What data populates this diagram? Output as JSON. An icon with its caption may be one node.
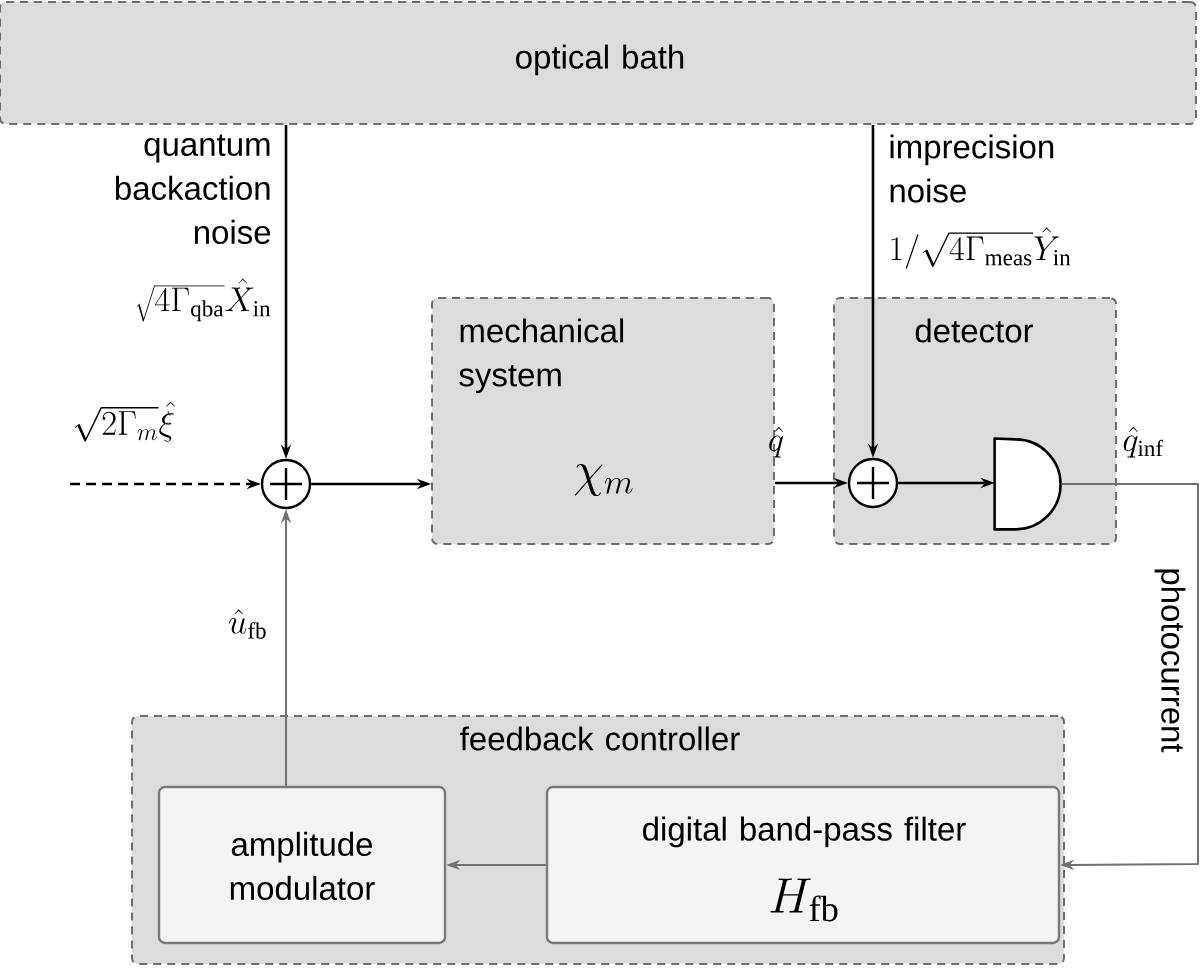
{
  "diagram": {
    "nodes": [
      {
        "text": [
          "optical bath"
        ]
      },
      {
        "text": [],
        "shape": "circle"
      },
      {
        "text": [
          "mechanical system",
          "\\chi_m"
        ]
      },
      {
        "text": [
          "detector"
        ]
      },
      {
        "text": [],
        "shape": "circle",
        "in": 3
      },
      {
        "text": [],
        "shape": "semicircle",
        "in": 3
      },
      {
        "text": [
          "feedback controller"
        ]
      },
      {
        "text": [
          "amplitude modulator"
        ],
        "in": 6
      },
      {
        "text": [
          "digital band-pass filter",
          "H_{\\rm fb}"
        ],
        "in": 6
      }
    ],
    "edges": [
      {
        "from": 0,
        "to": 1,
        "arrow": "to",
        "label": "quantum backaction noise"
      },
      {
        "from": null,
        "to": 1,
        "arrow": "to",
        "style": "dashed"
      },
      {
        "from": 1,
        "to": 2,
        "arrow": "to"
      },
      {
        "from": 2,
        "to": 4,
        "arrow": "to"
      },
      {
        "from": 0,
        "to": 4,
        "arrow": "to",
        "label": "imprecision noise"
      },
      {
        "from": 4,
        "to": 5,
        "arrow": "to"
      },
      {
        "from": 5,
        "to": 8,
        "arrow": "to",
        "label": "photocurrent",
        "color": "#707070"
      },
      {
        "from": 8,
        "to": 7,
        "arrow": "to",
        "color": "#707070"
      },
      {
        "from": 7,
        "to": 1,
        "arrow": "to",
        "color": "#707070"
      }
    ],
    "labels": [
      "\\sqrt{4\\Gamma_{\\rm qba}}\\hat{X}_{\\rm in}",
      "1/\\sqrt{4\\Gamma_{\\rm meas}}\\hat{Y}_{\\rm in}",
      "\\sqrt{2\\Gamma_m}\\hat{\\xi}",
      "\\hat{q}",
      "\\hat{q}_{\\rm inf}",
      "\\hat{u}_{\\rm fb}"
    ]
  }
}
